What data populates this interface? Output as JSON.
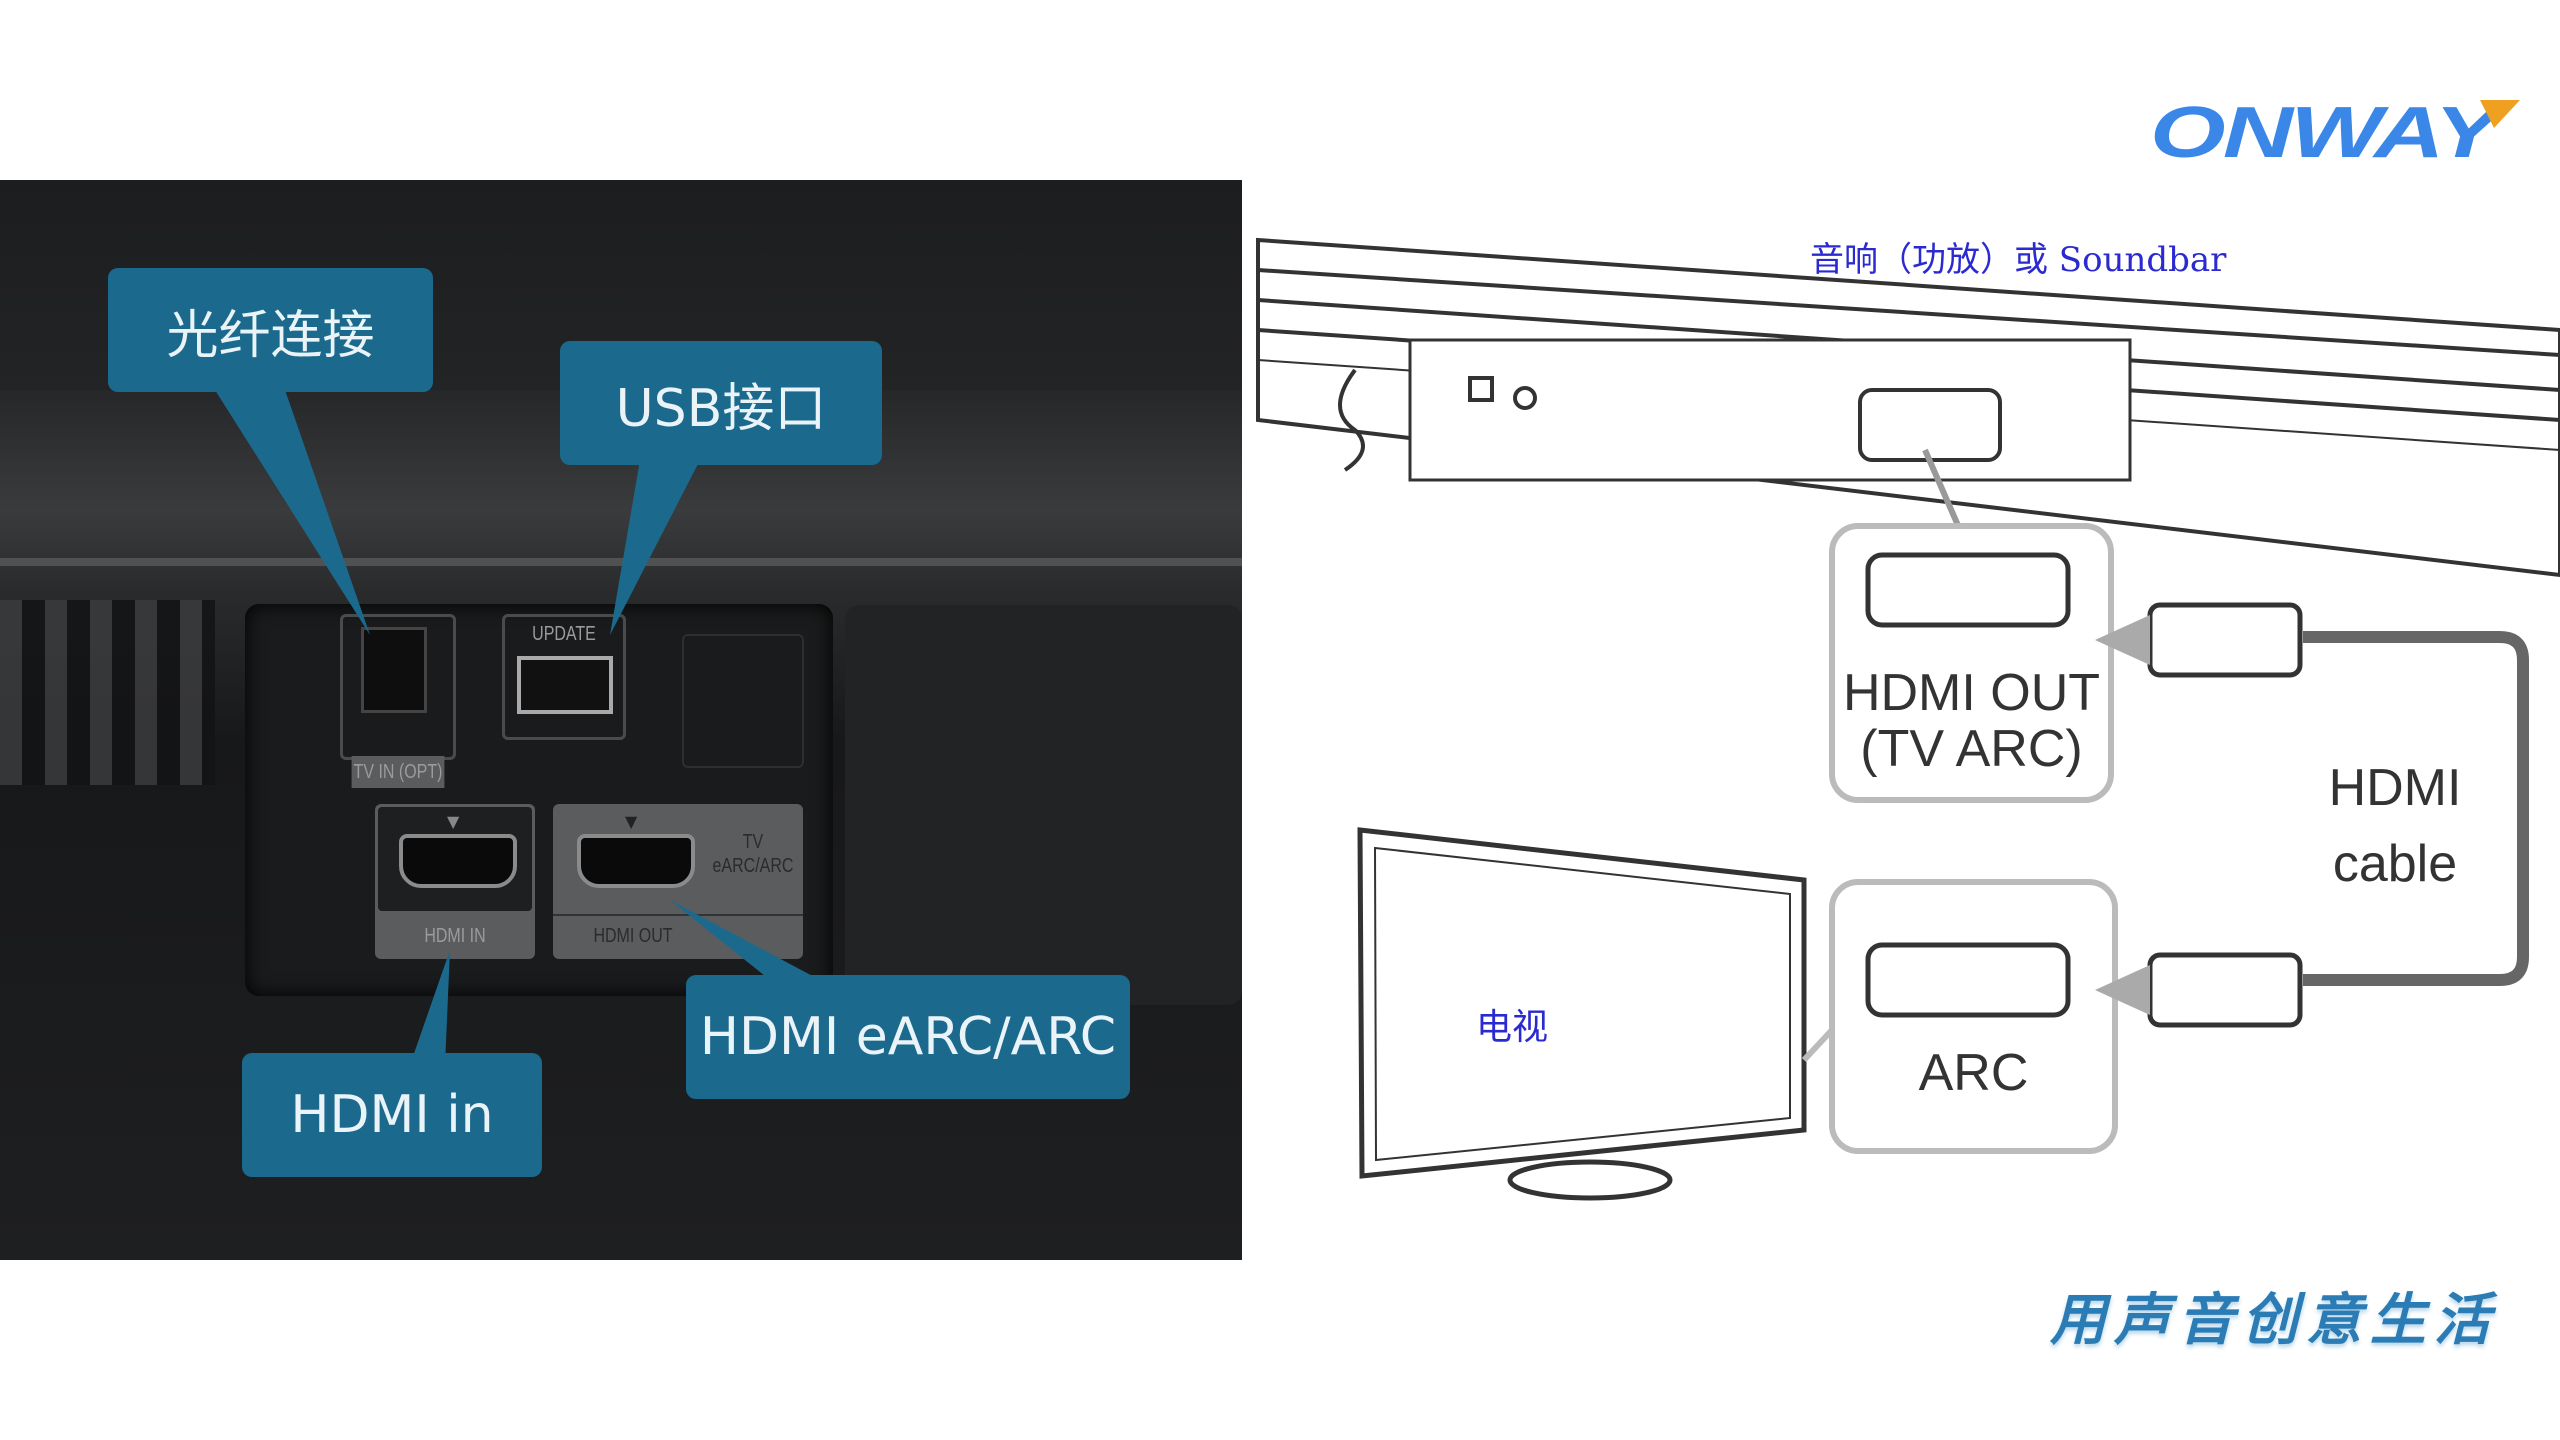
{
  "logo": {
    "text": "ONWAY",
    "primary_color": "#3b87e8",
    "accent_color": "#f0a020"
  },
  "photo": {
    "callouts": {
      "optical": "光纤连接",
      "usb": "USB接口",
      "hdmi_in": "HDMI in",
      "hdmi_earc": "HDMI eARC/ARC"
    },
    "port_labels": {
      "optical": "TV IN (OPT)",
      "update": "UPDATE",
      "hdmi_in": "HDMI IN",
      "hdmi_out": "HDMI OUT",
      "tv": "TV",
      "earc": "eARC/ARC"
    },
    "callout_color": "#1b6a8e"
  },
  "diagram": {
    "soundbar_title": "音响（功放）或 Soundbar",
    "hdmi_out_line1": "HDMI OUT",
    "hdmi_out_line2": "(TV ARC)",
    "arc": "ARC",
    "cable_line1": "HDMI",
    "cable_line2": "cable",
    "tv": "电视"
  },
  "slogan": "用声音创意生活"
}
